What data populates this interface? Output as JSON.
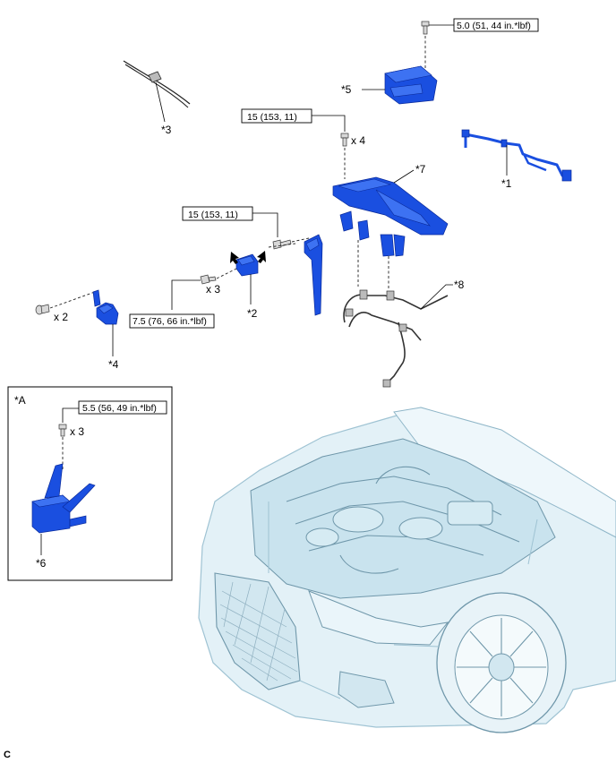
{
  "parts": {
    "p1": "*1",
    "p2": "*2",
    "p3": "*3",
    "p4": "*4",
    "p5": "*5",
    "p6": "*6",
    "p7": "*7",
    "p8": "*8"
  },
  "torques": {
    "t_top": "5.0 (51, 44 in.*lbf)",
    "t_p7": "15 (153, 11)",
    "t_p2": "15 (153, 11)",
    "t_left": "7.5 (76, 66 in.*lbf)",
    "t_inset": "5.5 (56, 49 in.*lbf)"
  },
  "quantities": {
    "q_p7": "x 4",
    "q_p2": "x 3",
    "q_p4": "x 2",
    "q_inset": "x 3"
  },
  "inset": {
    "label": "*A"
  },
  "footer": {
    "code": "C"
  },
  "colors": {
    "part_blue": "#1a4fe0",
    "car_tint": "#e3f1f7"
  }
}
